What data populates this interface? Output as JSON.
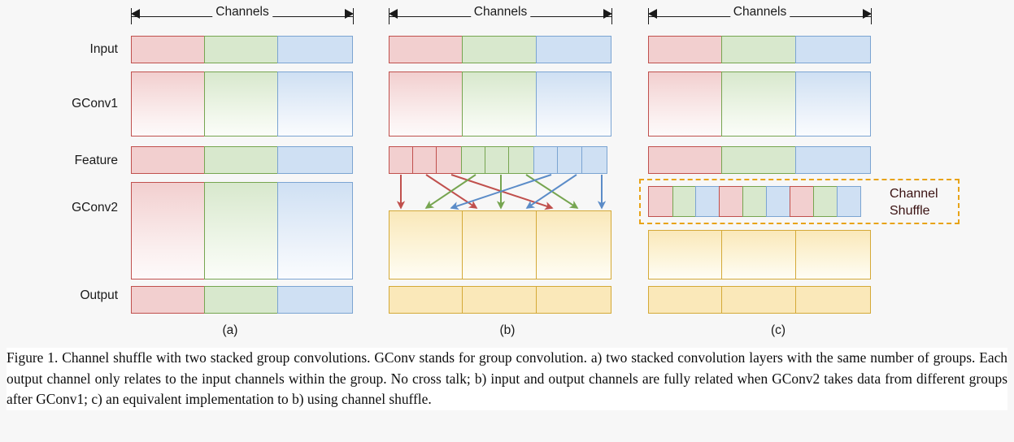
{
  "figure": {
    "background_color": "#f7f7f7",
    "axis_label": "Channels",
    "row_labels": [
      "Input",
      "GConv1",
      "Feature",
      "GConv2",
      "Output"
    ],
    "panel_captions": [
      "(a)",
      "(b)",
      "(c)"
    ],
    "shuffle_label": "Channel\nShuffle",
    "colors": {
      "red_fill": "#f2cfcf",
      "red_border": "#c0504d",
      "green_fill": "#d8e8cd",
      "green_border": "#76a550",
      "blue_fill": "#cfe0f3",
      "blue_border": "#7ba4d2",
      "yellow_fill": "#fae8b9",
      "yellow_border": "#d4a937",
      "shuffle_box_border": "#e8a317",
      "shuffle_text": "#3a1212",
      "arrow_head": "#1a1a1a"
    },
    "groups": 3,
    "channels_per_group": 3
  },
  "caption": {
    "text": "Figure 1. Channel shuffle with two stacked group convolutions. GConv stands for group convolution. a) two stacked convolution layers with the same number of groups. Each output channel only relates to the input channels within the group. No cross talk; b) input and output channels are fully related when GConv2 takes data from different groups after GConv1; c) an equivalent implementation to b) using channel shuffle."
  },
  "diagram_data": {
    "type": "diagram",
    "panels": [
      {
        "id": "a",
        "caption": "(a)",
        "rows": [
          "Input",
          "GConv1",
          "Feature",
          "GConv2",
          "Output"
        ],
        "description": "Two stacked group convolutions with the same number of groups; no cross-group connections.",
        "group_colors": [
          "red",
          "green",
          "blue"
        ]
      },
      {
        "id": "b",
        "caption": "(b)",
        "rows": [
          "Input",
          "GConv1",
          "Feature",
          "GConv2",
          "Output"
        ],
        "description": "Feature row split into 9 channels; cross arrows route channels from each group into every GConv2 group.",
        "feature_cells": [
          "red",
          "red",
          "red",
          "green",
          "green",
          "green",
          "blue",
          "blue",
          "blue"
        ],
        "gconv2_groups": 3,
        "gconv2_color": "yellow",
        "arrow_colors": [
          "#c0504d",
          "#76a550",
          "#4a7fc1"
        ]
      },
      {
        "id": "c",
        "caption": "(c)",
        "rows": [
          "Input",
          "GConv1",
          "Feature",
          "GConv2",
          "Output"
        ],
        "description": "Equivalent implementation using an explicit channel shuffle operation.",
        "shuffle_cells": [
          "red",
          "green",
          "blue",
          "red",
          "green",
          "blue",
          "red",
          "green",
          "blue"
        ],
        "shuffle_box_label": "Channel Shuffle",
        "gconv2_color": "yellow"
      }
    ]
  }
}
